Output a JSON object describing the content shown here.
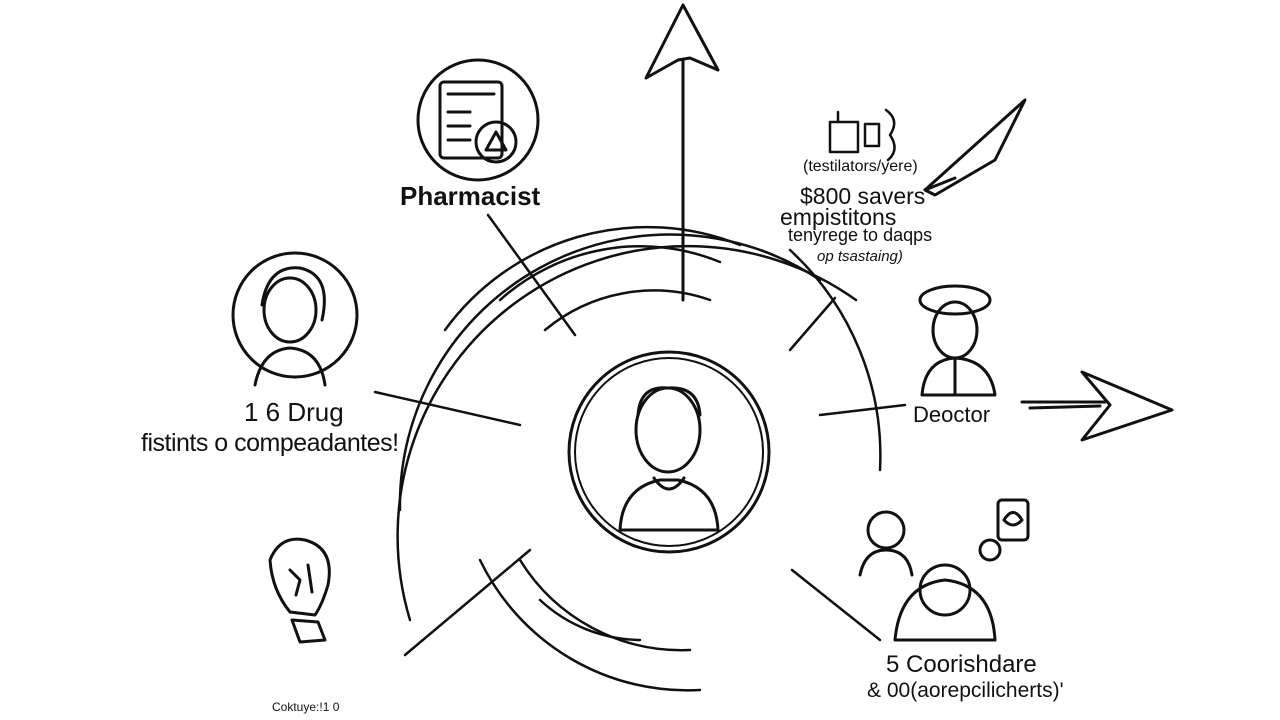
{
  "diagram": {
    "pharmacist": {
      "label": "Pharmacist",
      "icon": "prescription-document-icon"
    },
    "drug": {
      "line1": "1 6 Drug",
      "line2": "fistints o compeadantes!",
      "icon": "woman-avatar-icon"
    },
    "savings": {
      "sub": "(testilators/yere)",
      "amount": "$800 savers",
      "line2": "empistitons",
      "line3": "tenyrege to daqps",
      "line4": "op tsastaing)",
      "icons": [
        "medicine-bottle-icon",
        "handshake-icon"
      ]
    },
    "doctor": {
      "label": "Deoctor",
      "icon": "doctor-avatar-icon"
    },
    "coordination": {
      "line1": "5 Coorishdare",
      "line2": "& 00(aorepcilicherts)'",
      "icon": "care-team-icon"
    },
    "caption": "Coktuye:!1 0",
    "center": {
      "icon": "patient-avatar-icon"
    },
    "lightbulb": {
      "icon": "lightbulb-icon"
    },
    "colors": {
      "ink": "#111111",
      "background": "#ffffff"
    }
  }
}
